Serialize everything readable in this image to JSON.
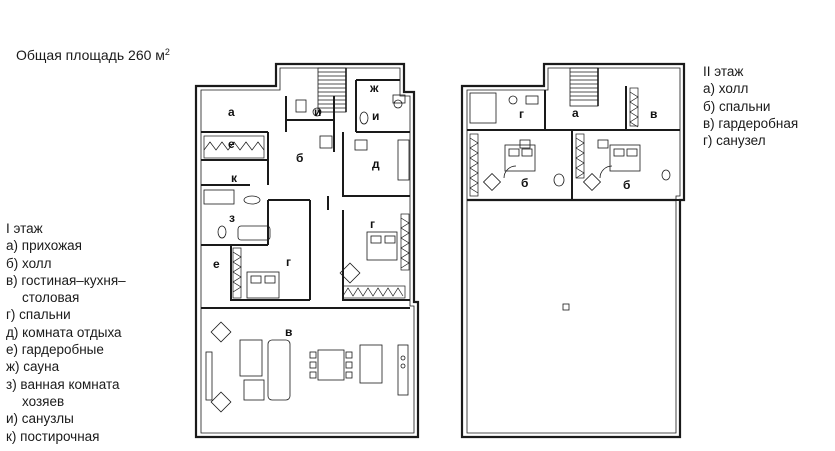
{
  "total_area": {
    "label": "Общая площадь 260 м",
    "sup": "2"
  },
  "floor1": {
    "title": "I этаж",
    "items": [
      "а) прихожая",
      "б) холл",
      "в) гостиная–кухня–",
      "столовая",
      "г) спальни",
      "д) комната отдыха",
      "е) гардеробные",
      "ж) сауна",
      "з) ванная комната",
      "хозяев",
      "и) санузлы",
      "к) постирочная"
    ],
    "tags": {
      "a": "а",
      "b": "б",
      "v": "в",
      "g": "г",
      "g2": "г",
      "d": "д",
      "e": "е",
      "e2": "е",
      "zh": "ж",
      "z": "з",
      "i": "и",
      "i2": "и",
      "k": "к"
    }
  },
  "floor2": {
    "title": "II этаж",
    "items": [
      "а) холл",
      "б) спальни",
      "в) гардеробная",
      "г) санузел"
    ],
    "tags": {
      "g": "г",
      "a": "а",
      "v": "в",
      "b1": "б",
      "b2": "б"
    }
  },
  "colors": {
    "ink": "#1a1a1a",
    "background": "#ffffff"
  }
}
